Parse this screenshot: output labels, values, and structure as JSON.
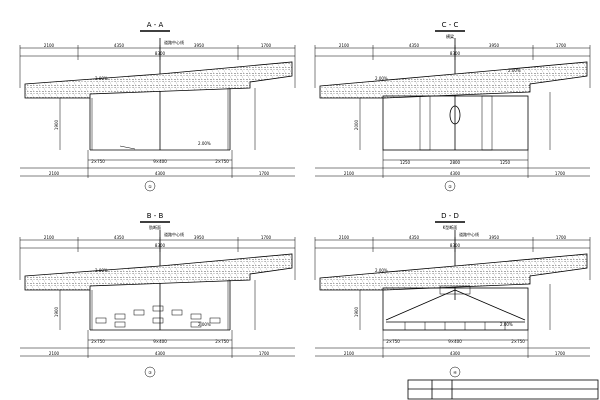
{
  "sections": [
    {
      "id": "A-A",
      "title": "A - A",
      "subtitle": "",
      "centerline_label": "道路中心线",
      "top_dims": [
        "2100",
        "4350",
        "3950",
        "1700"
      ],
      "top_total": "8300",
      "bottom_dims": [
        "2100",
        "4300",
        "1700"
      ],
      "web_height": "1900",
      "slope_left": "2.00%",
      "slope_right": "2.00%",
      "span_note": "9×400",
      "edge_left": "2×750",
      "edge_right": "2×750",
      "seal_label": "①",
      "kind": "open"
    },
    {
      "id": "C-C",
      "title": "C - C",
      "subtitle": "横梁",
      "centerline_label": "道路中心线",
      "top_dims": [
        "2100",
        "4350",
        "3950",
        "1700"
      ],
      "top_total": "8300",
      "bottom_dims": [
        "2100",
        "4300",
        "1700"
      ],
      "inner_dims": [
        "1250",
        "2800",
        "1250"
      ],
      "web_height": "2000",
      "slope_left": "2.00%",
      "slope_right": "2.00%",
      "span_note": "",
      "edge_left": "",
      "edge_right": "",
      "seal_label": "②",
      "kind": "diaphragm"
    },
    {
      "id": "B-B",
      "title": "B - B",
      "subtitle": "肋断面",
      "centerline_label": "道路中心线",
      "top_dims": [
        "2100",
        "4350",
        "3950",
        "1700"
      ],
      "top_total": "8300",
      "bottom_dims": [
        "2100",
        "4300",
        "1700"
      ],
      "web_height": "1900",
      "slope_left": "2.00%",
      "slope_right": "2.00%",
      "span_note": "9×400",
      "edge_left": "2×750",
      "edge_right": "2×750",
      "seal_label": "③",
      "kind": "ribbed"
    },
    {
      "id": "D-D",
      "title": "D - D",
      "subtitle": "K型断面",
      "centerline_label": "道路中心线",
      "top_dims": [
        "2100",
        "4350",
        "3950",
        "1700"
      ],
      "top_total": "8300",
      "bottom_dims": [
        "2100",
        "4300",
        "1700"
      ],
      "web_height": "1900",
      "slope_left": "2.00%",
      "slope_right": "2.00%",
      "span_note": "9×400",
      "edge_left": "2×750",
      "edge_right": "2×750",
      "seal_label": "④",
      "kind": "truss"
    }
  ]
}
